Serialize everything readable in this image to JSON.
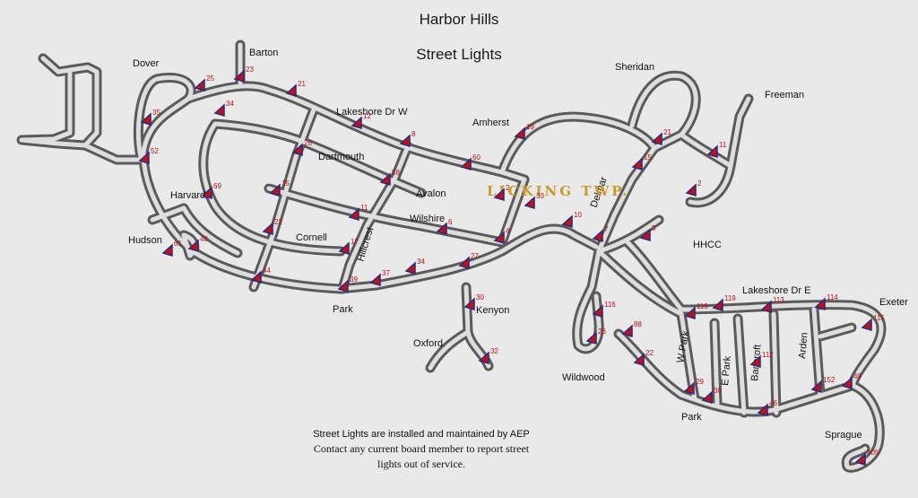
{
  "title": "Harbor Hills",
  "subtitle": "Street Lights",
  "township": "LICKING TWP.",
  "footer": {
    "line1": "Street Lights are installed and maintained by AEP",
    "line2": "Contact any current board member to report street",
    "line3": "lights out of service."
  },
  "streets": [
    "Dover",
    "Barton",
    "Lakeshore Dr W",
    "Dartmouth",
    "Amherst",
    "Sheridan",
    "Freeman",
    "Avalon",
    "Harvard",
    "Wilshire",
    "Cornell",
    "Hillcrest",
    "Hudson",
    "Park",
    "Kenyon",
    "Oxford",
    "Delmar",
    "HHCC",
    "Lakeshore Dr E",
    "Exeter",
    "W Park",
    "E Park",
    "Bancroft",
    "Arden",
    "Wildwood",
    "Park",
    "Sprague"
  ],
  "lights": [
    "25",
    "23",
    "21",
    "35",
    "34",
    "12",
    "8",
    "26",
    "52",
    "60",
    "19",
    "58",
    "15",
    "69",
    "11",
    "2",
    "Avalon",
    "48",
    "22",
    "17",
    "4",
    "6",
    "10",
    "7",
    "61",
    "44",
    "39",
    "37",
    "34",
    "27",
    "30",
    "33",
    "116",
    "26",
    "88",
    "22",
    "21",
    "15",
    "2",
    "5",
    "11",
    "118",
    "119",
    "113",
    "114",
    "115",
    "29",
    "30",
    "112",
    "152",
    "49",
    "46",
    "105",
    "32"
  ]
}
